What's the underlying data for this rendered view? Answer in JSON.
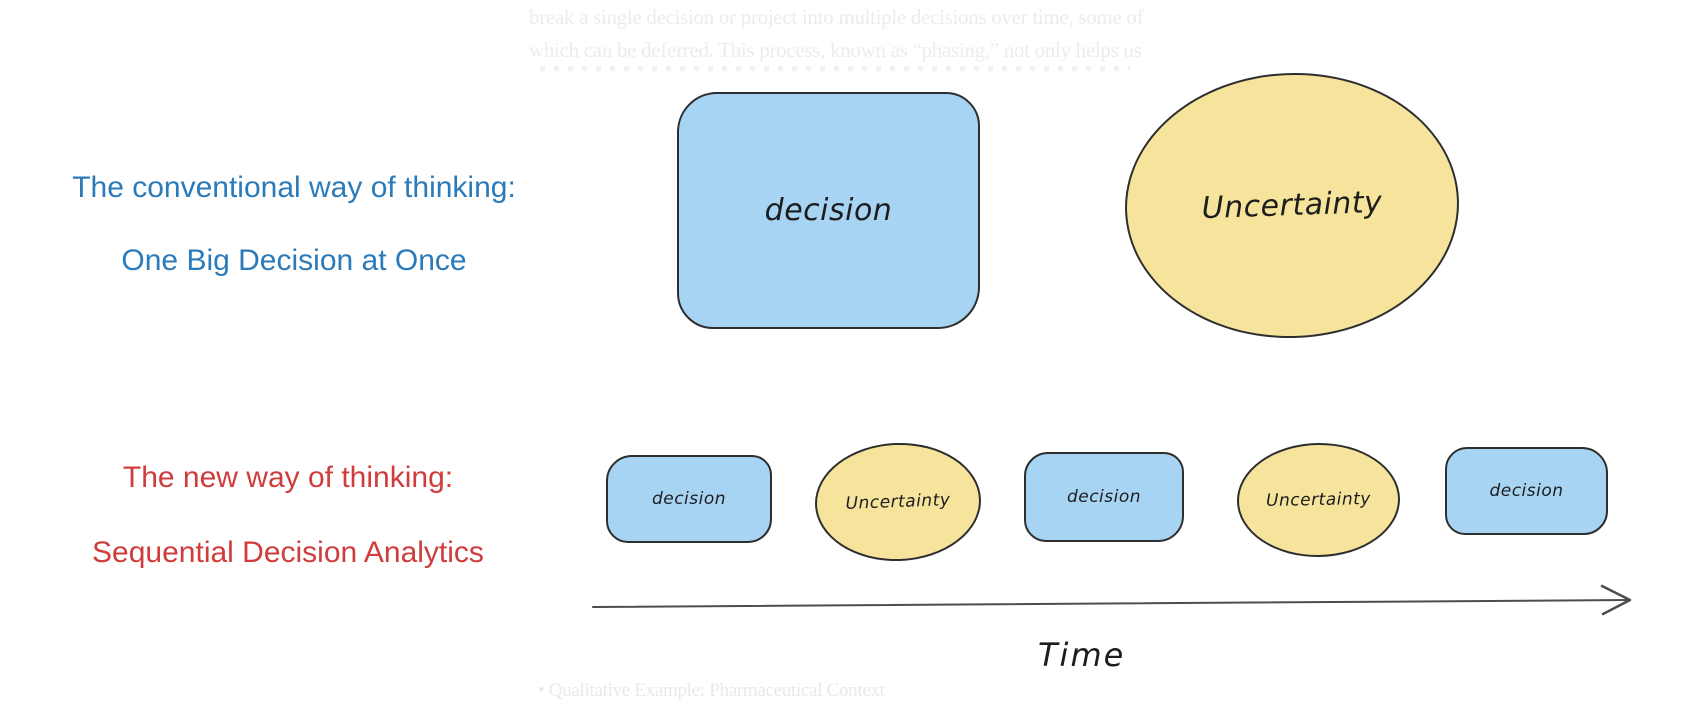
{
  "faded_document": {
    "top_lines": [
      "break a single decision or project into multiple decisions over time, some of",
      "which can be deferred. This process, known as “phasing,” not only helps us"
    ],
    "bottom_line": "•  Qualitative Example: Pharmaceutical Context"
  },
  "conventional_section": {
    "heading_line1": "The conventional way of thinking:",
    "heading_line2": "One Big Decision at Once",
    "decision_label": "decision",
    "uncertainty_label": "Uncertainty"
  },
  "sequential_section": {
    "heading_line1": "The new way of thinking:",
    "heading_line2": "Sequential Decision Analytics",
    "shapes": [
      {
        "type": "decision",
        "label": "decision"
      },
      {
        "type": "uncertainty",
        "label": "Uncertainty"
      },
      {
        "type": "decision",
        "label": "decision"
      },
      {
        "type": "uncertainty",
        "label": "Uncertainty"
      },
      {
        "type": "decision",
        "label": "decision"
      }
    ],
    "time_axis_label": "Time"
  },
  "colors": {
    "decision_fill": "#a8d4f4",
    "uncertainty_fill": "#f6e49c",
    "shape_stroke": "#2e2e2e",
    "arrow_stroke": "#4d4d4d",
    "faded_text": "#ececec",
    "conventional_heading": "#2b7ab9",
    "sequential_heading": "#d03c3c"
  }
}
